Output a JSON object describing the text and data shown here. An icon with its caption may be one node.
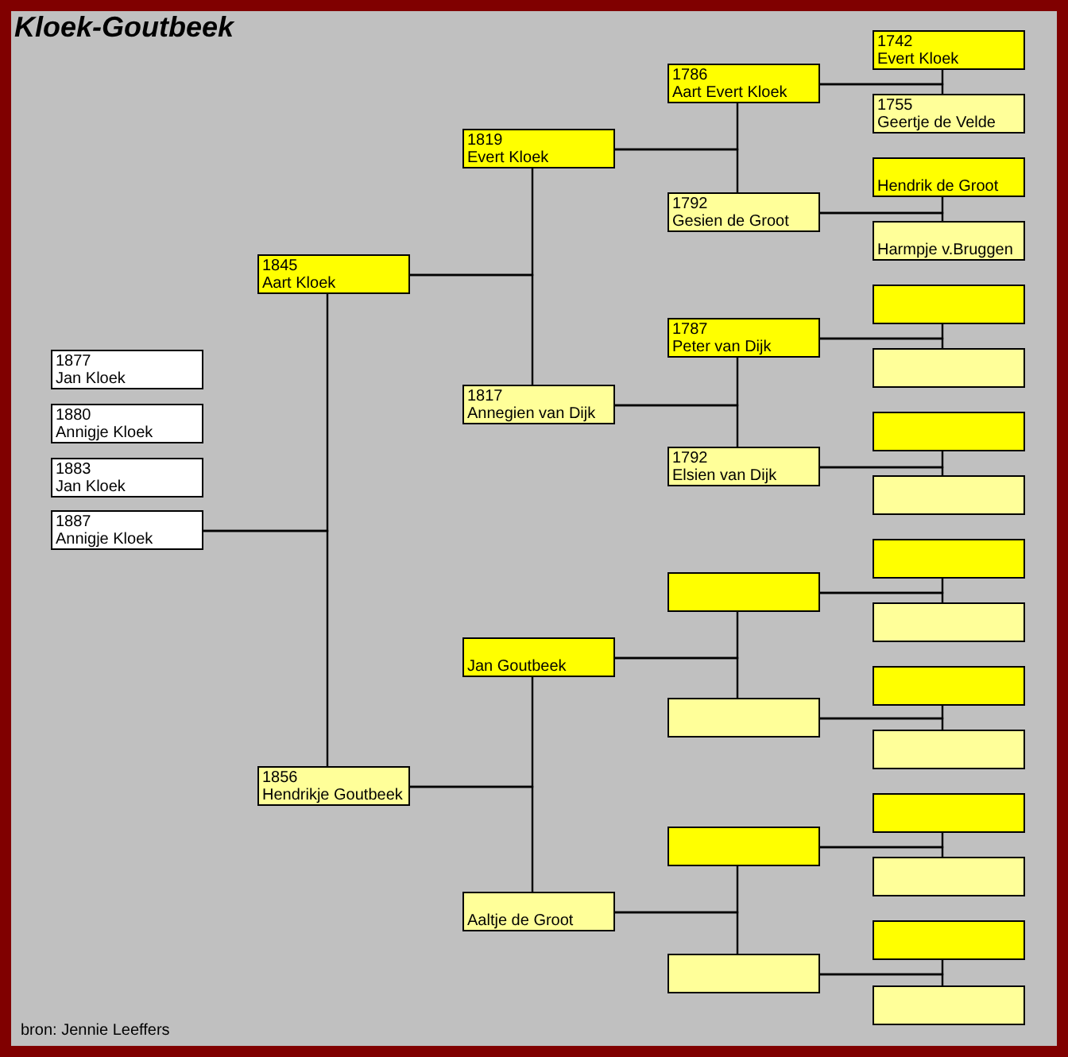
{
  "diagram": {
    "title": "Kloek-Goutbeek",
    "caption": "bron: Jennie Leeffers",
    "nodes": [
      {
        "text": [
          "1877",
          "Jan Kloek"
        ]
      },
      {
        "text": [
          "1880",
          "Annigje Kloek"
        ]
      },
      {
        "text": [
          "1883",
          "Jan Kloek"
        ]
      },
      {
        "text": [
          "1887",
          "Annigje Kloek"
        ]
      },
      {
        "text": [
          "1845",
          "Aart Kloek"
        ]
      },
      {
        "text": [
          "1856",
          "Hendrikje Goutbeek"
        ]
      },
      {
        "text": [
          "1819",
          "Evert Kloek"
        ]
      },
      {
        "text": [
          "1817",
          "Annegien van Dijk"
        ]
      },
      {
        "text": [
          "Jan Goutbeek"
        ]
      },
      {
        "text": [
          "Aaltje de Groot"
        ]
      },
      {
        "text": [
          "1786",
          "Aart Evert Kloek"
        ]
      },
      {
        "text": [
          "1792",
          "Gesien de Groot"
        ]
      },
      {
        "text": [
          "1787",
          "Peter van Dijk"
        ]
      },
      {
        "text": [
          "1792",
          "Elsien van Dijk"
        ]
      },
      {
        "text": [],
        "shape": "box"
      },
      {
        "text": [],
        "shape": "box"
      },
      {
        "text": [],
        "shape": "box"
      },
      {
        "text": [],
        "shape": "box"
      },
      {
        "text": [
          "1742",
          "Evert Kloek"
        ]
      },
      {
        "text": [
          "1755",
          "Geertje de Velde"
        ]
      },
      {
        "text": [
          "Hendrik de Groot"
        ]
      },
      {
        "text": [
          "Harmpje v.Bruggen"
        ]
      },
      {
        "text": [],
        "shape": "box"
      },
      {
        "text": [],
        "shape": "box"
      },
      {
        "text": [],
        "shape": "box"
      },
      {
        "text": [],
        "shape": "box"
      },
      {
        "text": [],
        "shape": "box"
      },
      {
        "text": [],
        "shape": "box"
      },
      {
        "text": [],
        "shape": "box"
      },
      {
        "text": [],
        "shape": "box"
      },
      {
        "text": [],
        "shape": "box"
      },
      {
        "text": [],
        "shape": "box"
      },
      {
        "text": [],
        "shape": "box"
      },
      {
        "text": [],
        "shape": "box"
      }
    ],
    "edges": [
      {
        "from": 3,
        "to": 4,
        "arrow": "none"
      },
      {
        "from": 3,
        "to": 5,
        "arrow": "none"
      },
      {
        "from": 4,
        "to": 6,
        "arrow": "none"
      },
      {
        "from": 4,
        "to": 7,
        "arrow": "none"
      },
      {
        "from": 5,
        "to": 8,
        "arrow": "none"
      },
      {
        "from": 5,
        "to": 9,
        "arrow": "none"
      },
      {
        "from": 6,
        "to": 10,
        "arrow": "none"
      },
      {
        "from": 6,
        "to": 11,
        "arrow": "none"
      },
      {
        "from": 7,
        "to": 12,
        "arrow": "none"
      },
      {
        "from": 7,
        "to": 13,
        "arrow": "none"
      },
      {
        "from": 8,
        "to": 14,
        "arrow": "none"
      },
      {
        "from": 8,
        "to": 15,
        "arrow": "none"
      },
      {
        "from": 9,
        "to": 16,
        "arrow": "none"
      },
      {
        "from": 9,
        "to": 17,
        "arrow": "none"
      },
      {
        "from": 10,
        "to": 18,
        "arrow": "none"
      },
      {
        "from": 10,
        "to": 19,
        "arrow": "none"
      },
      {
        "from": 11,
        "to": 20,
        "arrow": "none"
      },
      {
        "from": 11,
        "to": 21,
        "arrow": "none"
      },
      {
        "from": 12,
        "to": 22,
        "arrow": "none"
      },
      {
        "from": 12,
        "to": 23,
        "arrow": "none"
      },
      {
        "from": 13,
        "to": 24,
        "arrow": "none"
      },
      {
        "from": 13,
        "to": 25,
        "arrow": "none"
      },
      {
        "from": 14,
        "to": 26,
        "arrow": "none"
      },
      {
        "from": 14,
        "to": 27,
        "arrow": "none"
      },
      {
        "from": 15,
        "to": 28,
        "arrow": "none"
      },
      {
        "from": 15,
        "to": 29,
        "arrow": "none"
      },
      {
        "from": 16,
        "to": 30,
        "arrow": "none"
      },
      {
        "from": 16,
        "to": 31,
        "arrow": "none"
      },
      {
        "from": 17,
        "to": 32,
        "arrow": "none"
      },
      {
        "from": 17,
        "to": 33,
        "arrow": "none"
      }
    ]
  }
}
